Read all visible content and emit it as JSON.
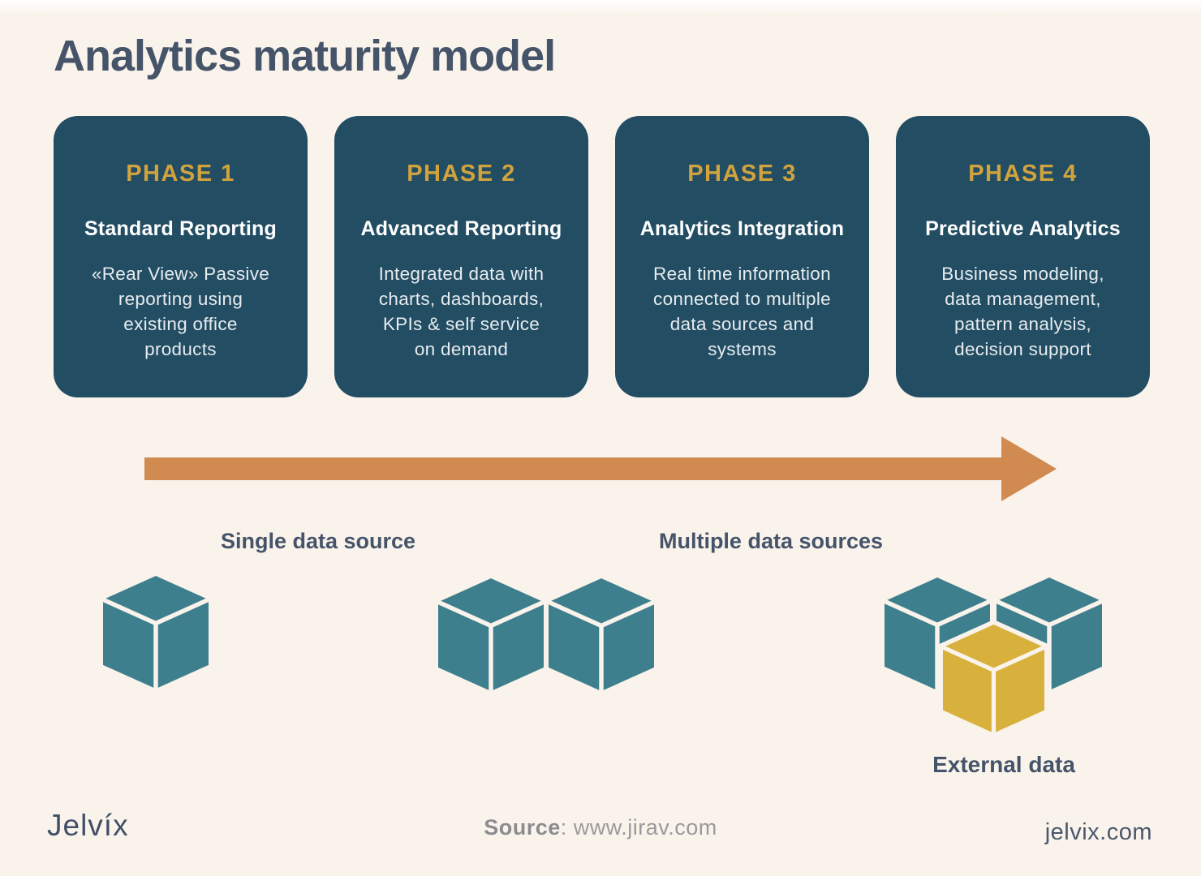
{
  "title": "Analytics maturity model",
  "phases": [
    {
      "label": "PHASE 1",
      "name": "Standard Reporting",
      "description": [
        "«Rear View» Passive",
        "reporting using",
        "existing office",
        "products"
      ]
    },
    {
      "label": "PHASE 2",
      "name": "Advanced Reporting",
      "description": [
        "Integrated data with",
        "charts, dashboards,",
        "KPIs & self service",
        "on demand"
      ]
    },
    {
      "label": "PHASE 3",
      "name": "Analytics Integration",
      "description": [
        "Real time information",
        "connected to multiple",
        "data sources and",
        "systems"
      ]
    },
    {
      "label": "PHASE 4",
      "name": "Predictive Analytics",
      "description": [
        "Business modeling,",
        "data management,",
        "pattern analysis,",
        "decision support"
      ]
    }
  ],
  "timeline": {
    "left_label": "Single data source",
    "right_label": "Multiple data sources"
  },
  "cubes": {
    "external_label": "External data"
  },
  "footer": {
    "logo": "Jelvíx",
    "source_label": "Source",
    "source_separator": ": ",
    "source_url": "www.jirav.com",
    "website": "jelvix.com"
  },
  "colors": {
    "background": "#faf3ec",
    "card_bg": "#224d63",
    "phase_gold": "#d1a33e",
    "arrow_orange": "#d18b51",
    "cube_teal": "#3e7f8d",
    "cube_gold": "#d8b13c",
    "text_dark": "#455469"
  }
}
